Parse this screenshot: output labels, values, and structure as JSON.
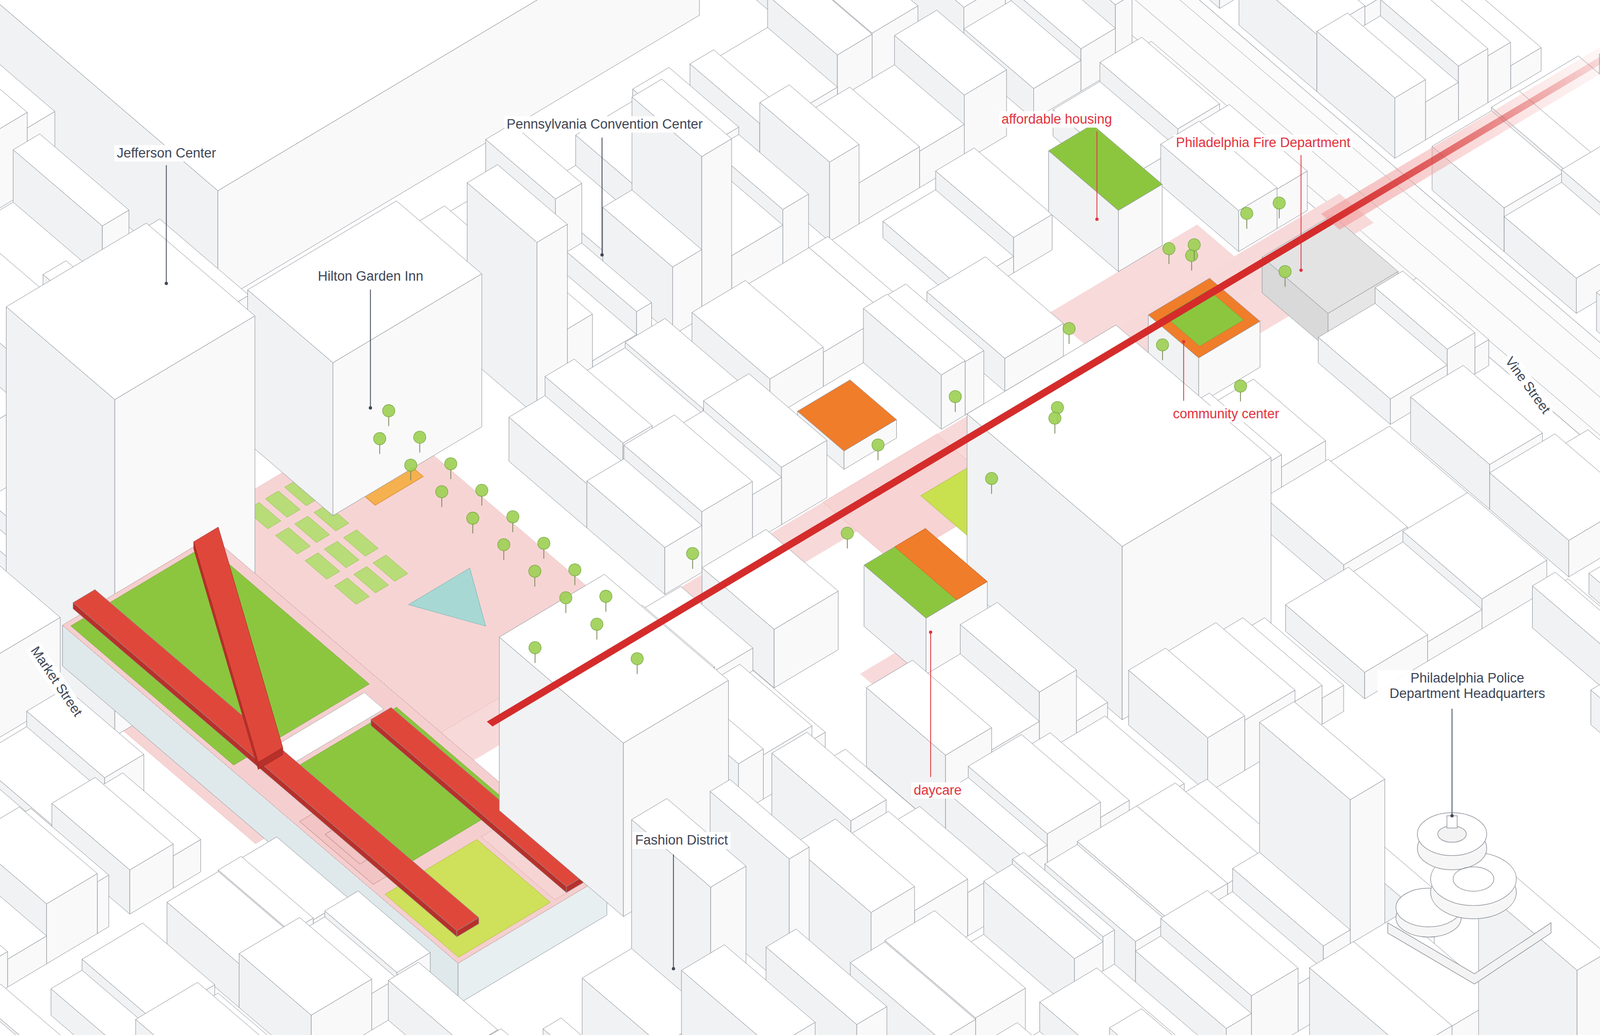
{
  "diagram": {
    "labels": [
      "Jefferson Center",
      "Pennsylvania Convention Center",
      "affordable housing",
      "Philadelphia Fire Department",
      "Hilton Garden Inn",
      "community center",
      "Vine Street",
      "Market Street",
      "Philadelphia Police Department Headquarters",
      "daycare",
      "Fashion District"
    ]
  }
}
